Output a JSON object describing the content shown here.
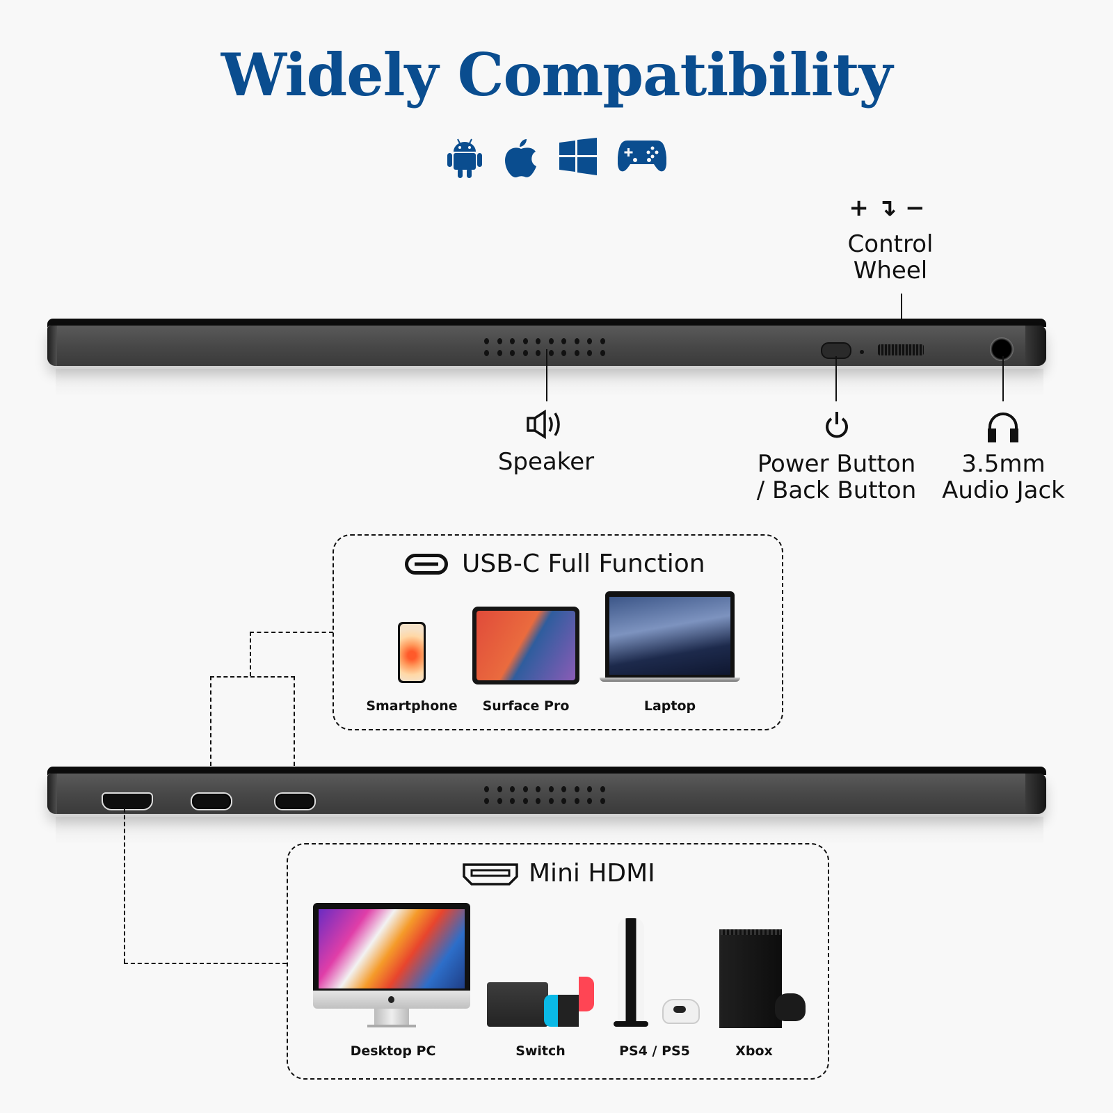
{
  "header": {
    "title": "Widely Compatibility",
    "os_icons": [
      "android-icon",
      "apple-icon",
      "windows-icon",
      "gamepad-icon"
    ]
  },
  "top_view": {
    "control_wheel": {
      "symbols": "+ ↴ −",
      "label_line1": "Control",
      "label_line2": "Wheel"
    },
    "speaker": {
      "icon": "speaker-icon",
      "label": "Speaker"
    },
    "power": {
      "icon": "power-icon",
      "label_line1": "Power Button",
      "label_line2": "/ Back Button"
    },
    "audio": {
      "icon": "headphones-icon",
      "label_line1": "3.5mm",
      "label_line2": "Audio Jack"
    }
  },
  "usb_c": {
    "icon": "usb-c-icon",
    "title": "USB-C Full Function",
    "devices": [
      {
        "label": "Smartphone"
      },
      {
        "label": "Surface Pro"
      },
      {
        "label": "Laptop"
      }
    ]
  },
  "mini_hdmi": {
    "icon": "hdmi-icon",
    "title": "Mini HDMI",
    "devices": [
      {
        "label": "Desktop PC"
      },
      {
        "label": "Switch"
      },
      {
        "label": "PS4 / PS5"
      },
      {
        "label": "Xbox"
      }
    ]
  },
  "colors": {
    "title_blue": "#0a4d8f",
    "background": "#f8f8f8"
  }
}
